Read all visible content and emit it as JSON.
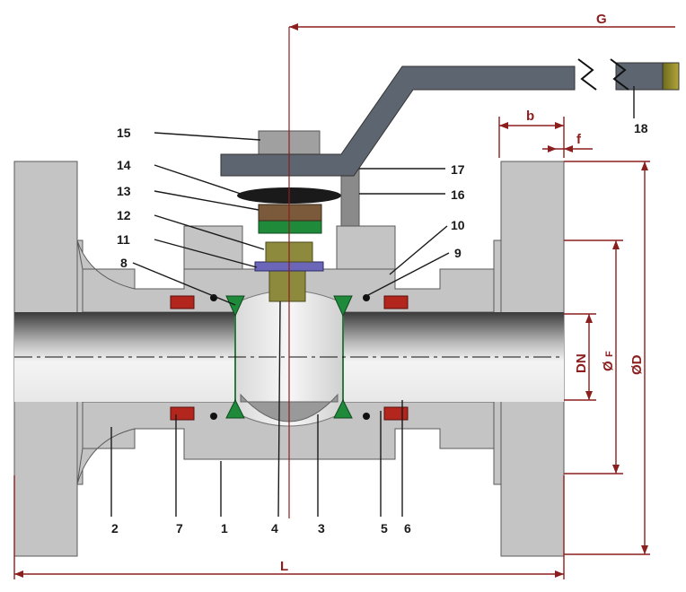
{
  "part_labels": {
    "p1": "1",
    "p2": "2",
    "p3": "3",
    "p4": "4",
    "p5": "5",
    "p6": "6",
    "p7": "7",
    "p8": "8",
    "p9": "9",
    "p10": "10",
    "p11": "11",
    "p12": "12",
    "p13": "13",
    "p14": "14",
    "p15": "15",
    "p16": "16",
    "p17": "17",
    "p18": "18"
  },
  "dimensions": {
    "G": "G",
    "b": "b",
    "f": "f",
    "L": "L",
    "DN": "DN",
    "F_symbol": "Ø",
    "F_sub": "F",
    "D": "ØD"
  },
  "colors": {
    "body": "#c4c4c4",
    "dimension": "#8b1e1e",
    "seat_green": "#1e8a3a",
    "spring_red": "#b3261e",
    "handle": "#5d6670",
    "handle_tip": "#8a7a1e",
    "gland": "#7a5a3a",
    "stem_olive": "#8d8a3e"
  }
}
